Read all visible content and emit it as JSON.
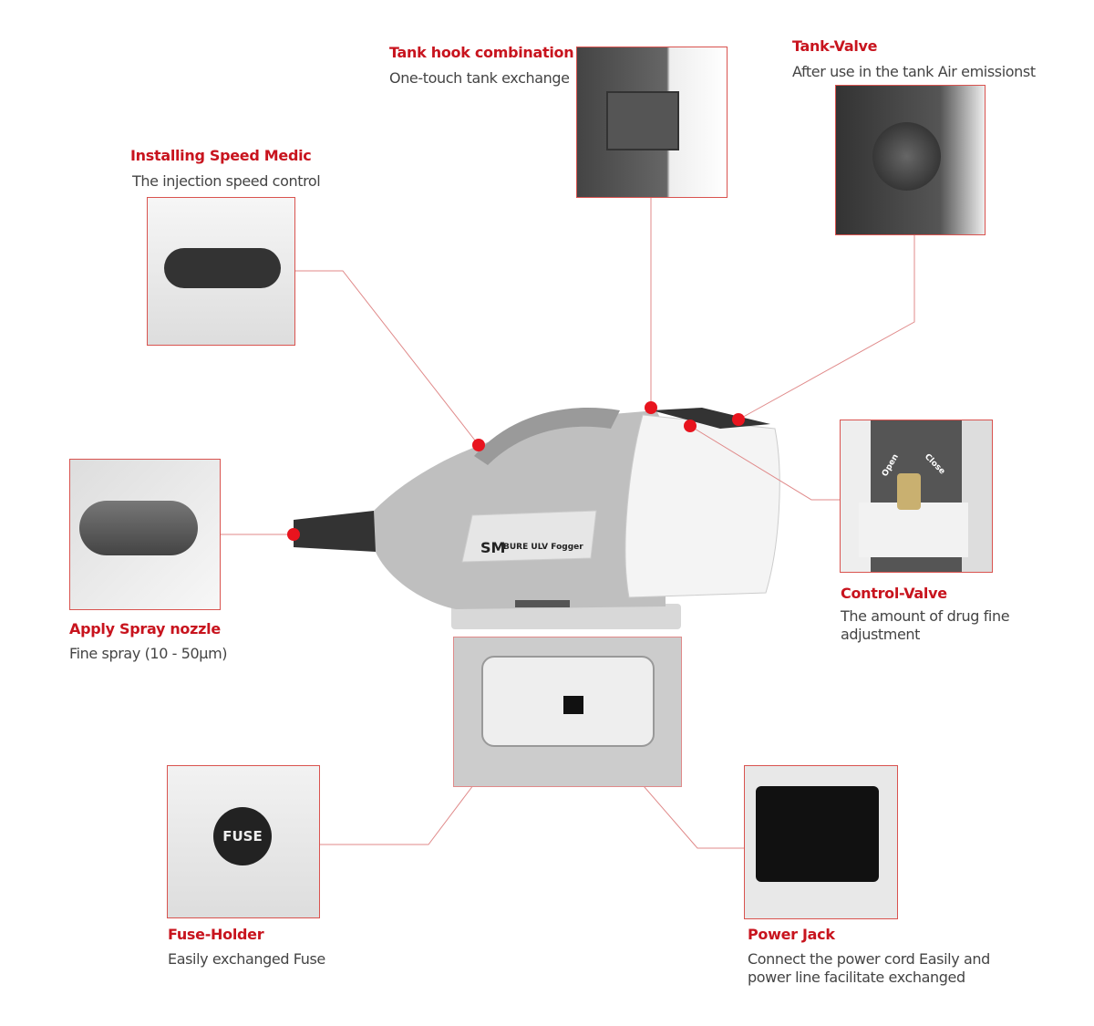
{
  "callouts": {
    "tank_hook": {
      "title": "Tank hook combination",
      "desc": "One-touch tank exchange"
    },
    "tank_valve": {
      "title": "Tank-Valve",
      "desc": "After use in the tank Air emissionst"
    },
    "speed_medic": {
      "title": "Installing Speed Medic",
      "desc": "The injection speed control"
    },
    "spray_nozzle": {
      "title": "Apply Spray nozzle",
      "desc": "Fine spray (10 - 50µm)"
    },
    "control_valve": {
      "title": "Control-Valve",
      "desc": "The amount of drug fine adjustment"
    },
    "fuse_holder": {
      "title": "Fuse-Holder",
      "desc": "Easily exchanged Fuse"
    },
    "power_jack": {
      "title": "Power Jack",
      "desc": "Connect the power cord Easily and power line facilitate exchanged"
    }
  },
  "device": {
    "brand_logo": "SM",
    "label": "BURE ULV Fogger"
  },
  "photo_labels": {
    "valve_open": "Open",
    "valve_close": "Close",
    "fuse": "FUSE"
  },
  "colors": {
    "accent": "#c8141e",
    "line": "#e08a8a",
    "dot": "#e8141e"
  }
}
